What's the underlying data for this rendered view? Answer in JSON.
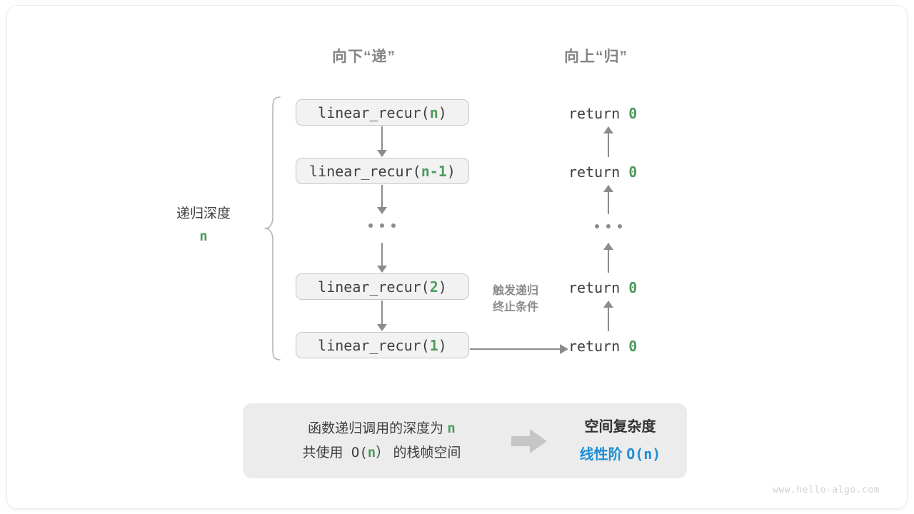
{
  "diagram": {
    "headers": {
      "down": "向下“递”",
      "up": "向上“归”"
    },
    "depth": {
      "label": "递归深度",
      "value": "n"
    },
    "call_stack": [
      {
        "prefix": "linear_recur(",
        "arg": "n",
        "suffix": ")"
      },
      {
        "prefix": "linear_recur(",
        "arg": "n-1",
        "suffix": ")"
      },
      {
        "prefix": "linear_recur(",
        "arg": "2",
        "suffix": ")"
      },
      {
        "prefix": "linear_recur(",
        "arg": "1",
        "suffix": ")"
      }
    ],
    "ellipsis": "...",
    "returns": [
      {
        "keyword": "return",
        "value": "0"
      },
      {
        "keyword": "return",
        "value": "0"
      },
      {
        "keyword": "return",
        "value": "0"
      },
      {
        "keyword": "return",
        "value": "0"
      }
    ],
    "trigger_note_line1": "触发递归",
    "trigger_note_line2": "终止条件",
    "summary": {
      "left_line1_pre": "函数递归调用的深度为 ",
      "left_line1_var": "n",
      "left_line2_pre": "共使用 O(",
      "left_line2_var": "n",
      "left_line2_post": "） 的栈帧空间",
      "arrow": "right-block-arrow",
      "right_title": "空间复杂度",
      "right_value_pre": "线性阶 ",
      "right_value_mono": "O(n)"
    },
    "watermark": "www.hello-algo.com",
    "colors": {
      "accent_green": "#4f9a5e",
      "accent_blue": "#1f8ed4",
      "stroke_gray": "#8c8c8c",
      "box_fill": "#f2f2f2",
      "panel_fill": "#ececec"
    }
  }
}
